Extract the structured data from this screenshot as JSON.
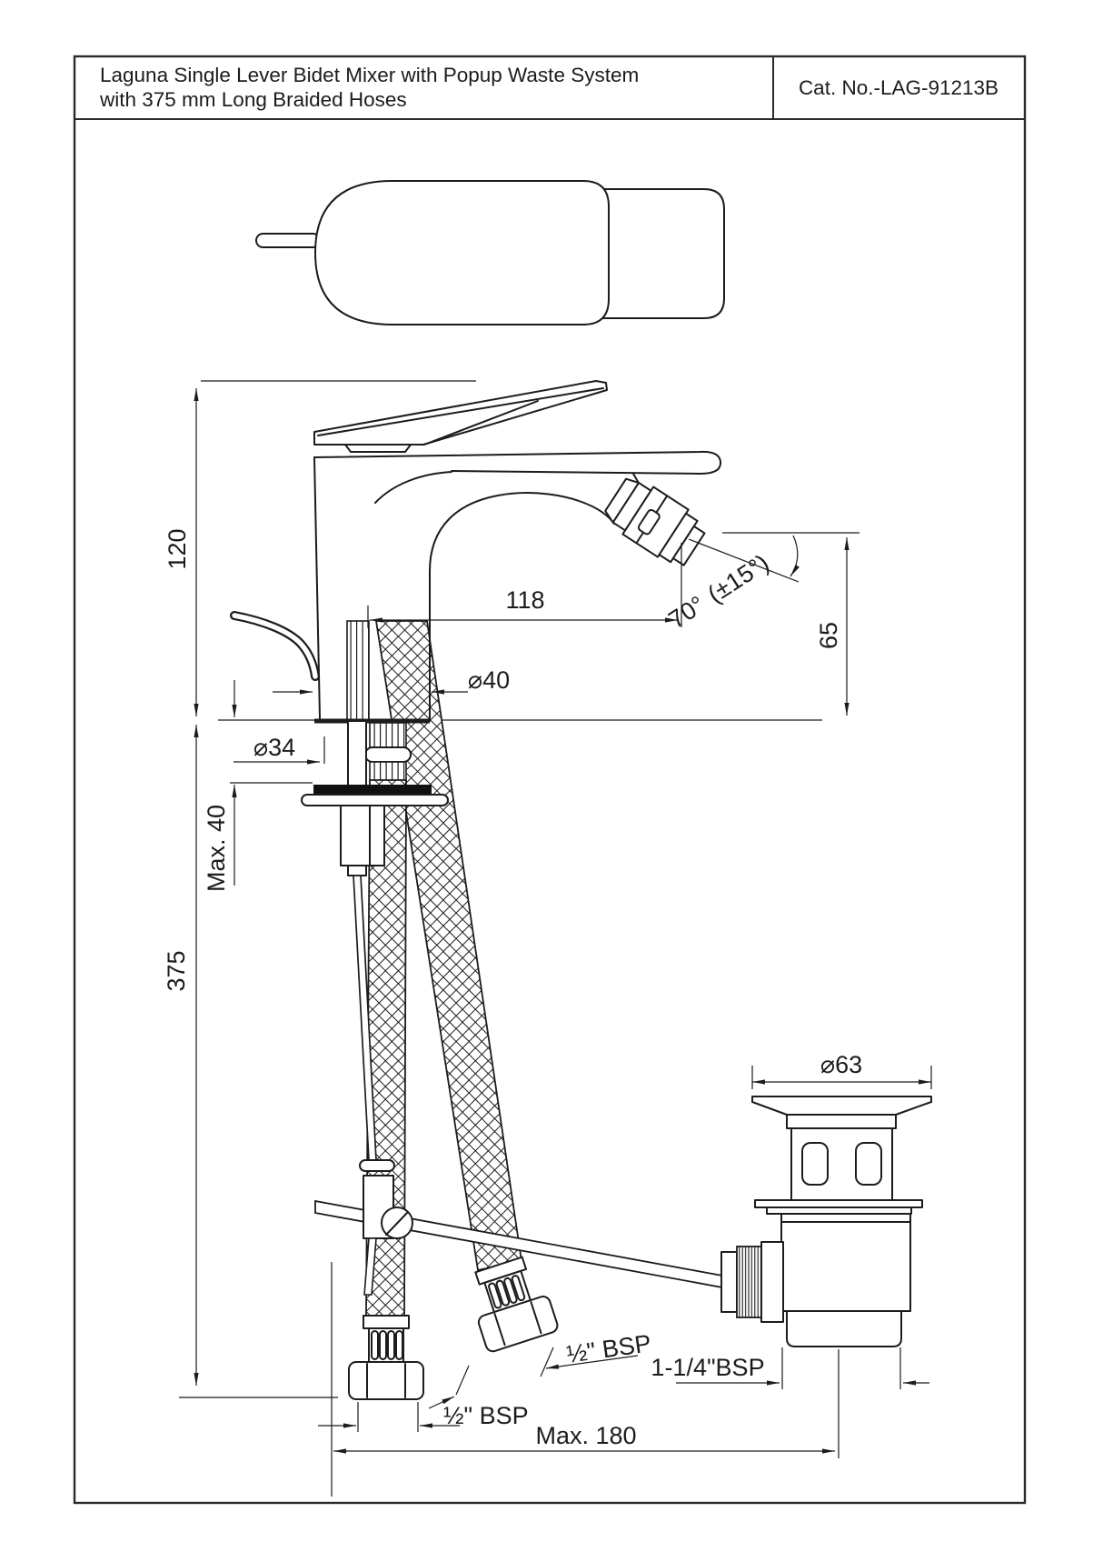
{
  "title_block": {
    "title_line1": "Laguna Single Lever Bidet Mixer with Popup Waste System",
    "title_line2": "with 375 mm Long Braided Hoses",
    "cat_no": "Cat. No.-LAG-91213B"
  },
  "dimensions": {
    "body_height": "120",
    "spout_reach": "118",
    "angle_value": "70°",
    "angle_tolerance": "(±15°)",
    "outlet_height": "65",
    "body_diameter": "⌀40",
    "shank_diameter": "⌀34",
    "max_deck_thickness": "Max. 40",
    "hose_length": "375",
    "waste_flange_diameter": "⌀63",
    "hose_thread_left": "½\" BSP",
    "hose_thread_right": "½\" BSP",
    "waste_thread": "1-1/4\"BSP",
    "max_rod_reach": "Max. 180"
  }
}
